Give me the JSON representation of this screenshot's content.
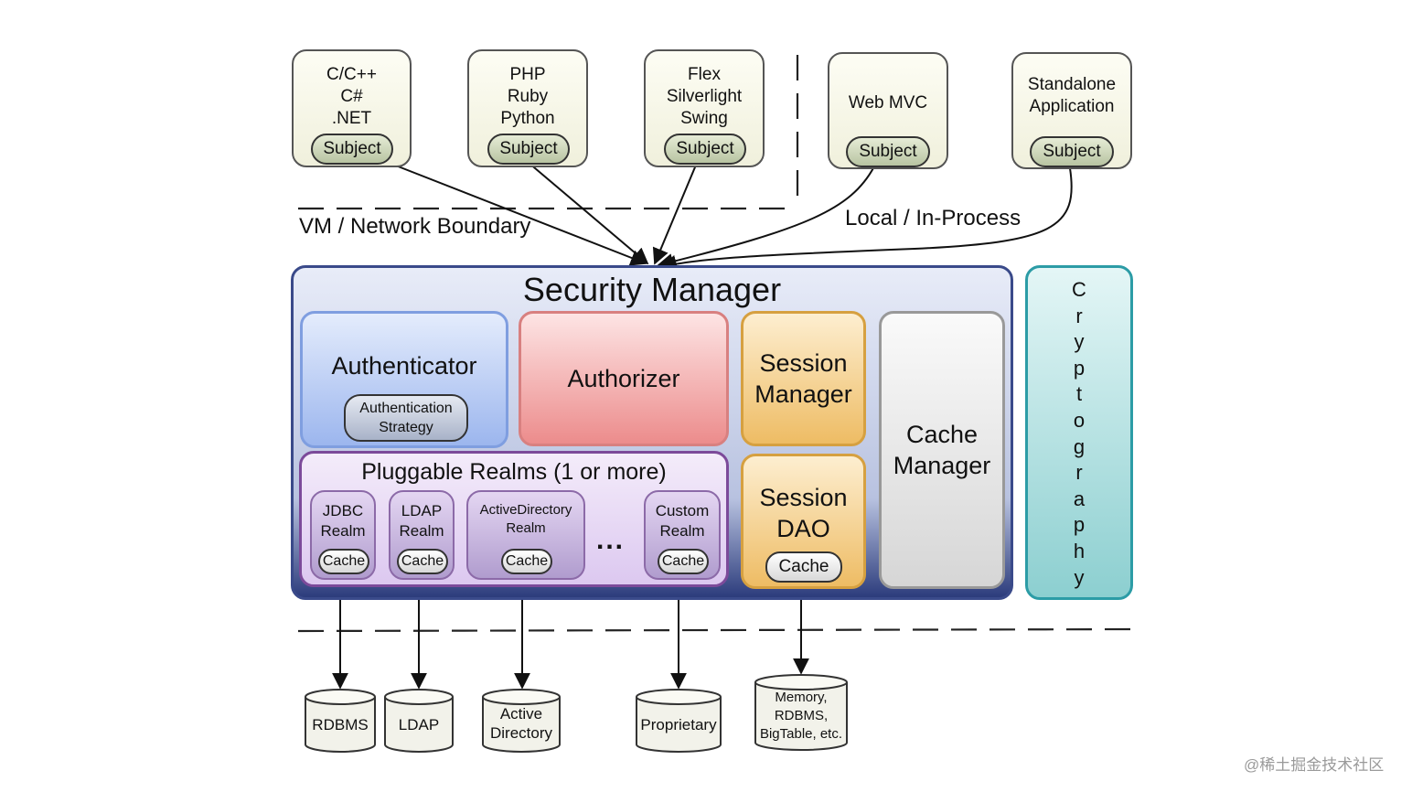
{
  "clients": [
    {
      "id": "cpp",
      "text": "C/C++\nC#\n.NET",
      "subject": "Subject"
    },
    {
      "id": "php",
      "text": "PHP\nRuby\nPython",
      "subject": "Subject"
    },
    {
      "id": "flex",
      "text": "Flex\nSilverlight\nSwing",
      "subject": "Subject"
    },
    {
      "id": "webmvc",
      "text": "Web MVC",
      "subject": "Subject"
    },
    {
      "id": "standalone",
      "text": "Standalone\nApplication",
      "subject": "Subject"
    }
  ],
  "boundary_labels": {
    "vm_network": "VM / Network Boundary",
    "local": "Local / In-Process"
  },
  "security_manager": {
    "title": "Security Manager",
    "authenticator": "Authenticator",
    "authentication_strategy": "Authentication\nStrategy",
    "authorizer": "Authorizer",
    "session_manager": "Session\nManager",
    "session_dao": "Session\nDAO",
    "session_dao_cache": "Cache",
    "cache_manager": "Cache\nManager",
    "realms_title": "Pluggable Realms (1 or more)",
    "realms": [
      {
        "text": "JDBC\nRealm",
        "cache": "Cache"
      },
      {
        "text": "LDAP\nRealm",
        "cache": "Cache"
      },
      {
        "text": "ActiveDirectory\nRealm",
        "cache": "Cache"
      },
      {
        "text": "Custom\nRealm",
        "cache": "Cache"
      }
    ],
    "ellipsis": "..."
  },
  "cryptography": [
    "C",
    "r",
    "y",
    "p",
    "t",
    "o",
    "g",
    "r",
    "a",
    "p",
    "h",
    "y"
  ],
  "datastores": [
    {
      "text": "RDBMS"
    },
    {
      "text": "LDAP"
    },
    {
      "text": "Active\nDirectory"
    },
    {
      "text": "Proprietary"
    },
    {
      "text": "Memory,\nRDBMS,\nBigTable, etc."
    }
  ],
  "watermark": "@稀土掘金技术社区"
}
